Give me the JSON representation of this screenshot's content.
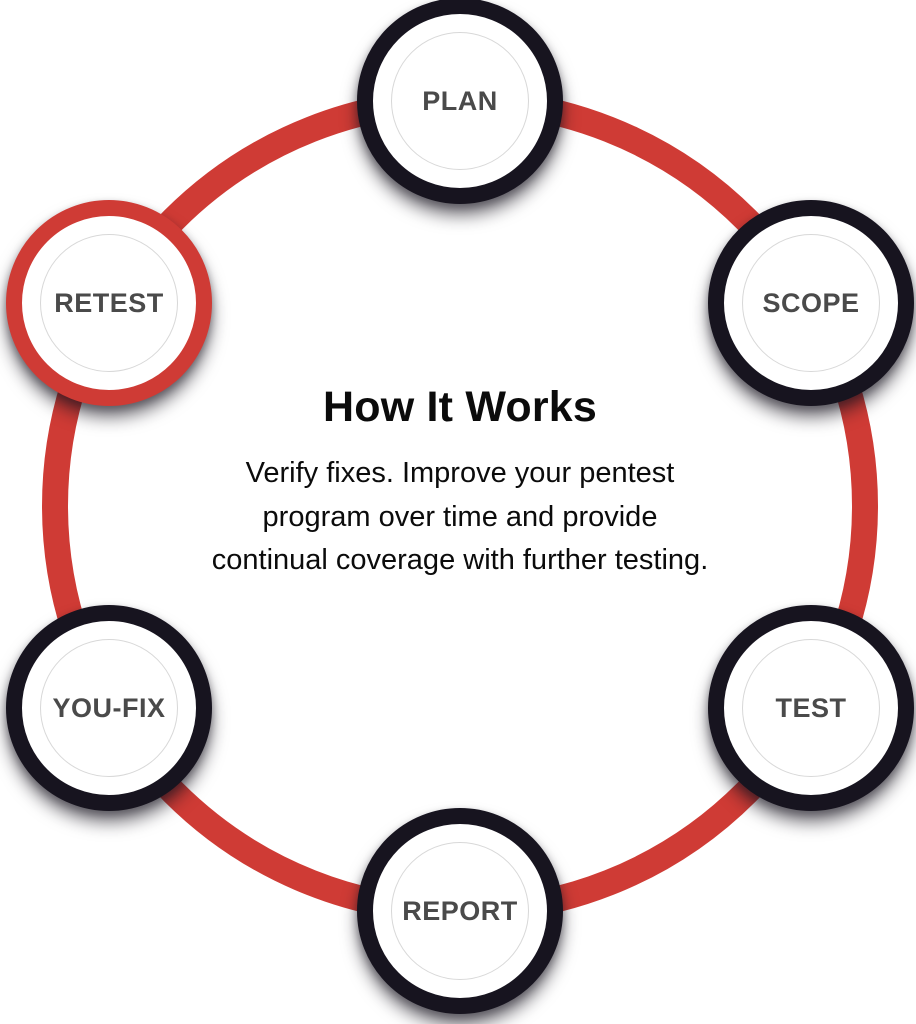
{
  "center": {
    "title": "How It Works",
    "description": "Verify fixes. Improve your pentest\nprogram over time and provide\ncontinual coverage with further testing."
  },
  "nodes": [
    {
      "id": "plan",
      "label": "PLAN",
      "state": "default"
    },
    {
      "id": "scope",
      "label": "SCOPE",
      "state": "default"
    },
    {
      "id": "test",
      "label": "TEST",
      "state": "default"
    },
    {
      "id": "report",
      "label": "REPORT",
      "state": "default"
    },
    {
      "id": "youfix",
      "label": "YOU-FIX",
      "state": "default"
    },
    {
      "id": "retest",
      "label": "RETEST",
      "state": "highlighted"
    }
  ],
  "colors": {
    "accent": "#cf3b35",
    "node_ring": "#17141f",
    "label": "#4a4a4a",
    "text": "#0b0b0b",
    "hairline": "#d8d8d8"
  }
}
